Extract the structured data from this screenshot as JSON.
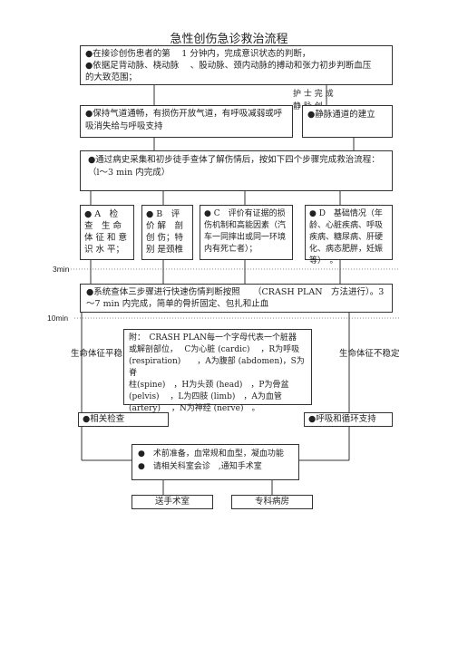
{
  "title": "急性创伤急诊救治流程",
  "box1": {
    "line1": "●在接诊创伤患者的第　 1 分钟内，完成意识状态的判断，",
    "line2": "●依据足背动脉、桡动脉　 、股动脉、颈内动脉的搏动和张力初步判断血压",
    "line3": "的大致范围；"
  },
  "nurse_note": "护 士 完 成\n静 脉 创",
  "box_airway": "●保持气道通畅，有损伤开放气道，有呼吸减弱或呼吸消失给与呼吸支持",
  "box_iv": "●静脉通道的建立",
  "box_history": "●通过病史采集和初步徒手查体了解伤情后，按如下四个步骤完成救治流程：（l～3 min 内完成）",
  "step_a": "● A　检　查　生 命 体 征 和 意 识 水 平；",
  "step_b": "● B　评 价 解　剖　创 伤；特 别 是颈椎",
  "step_c": "● C　评价有证据的损伤机制和高能因素（汽车一同摔出或同一环境内有死亡者）；",
  "step_d": "● D　基础情况（年龄、心脏疾病、呼吸疾病、糖尿病、肝硬化、病态肥胖，妊娠等）　。",
  "time_3": "3min",
  "time_10": "10min",
  "box_crash": "●系统查体三步骤进行快速伤情判断按照　　（CRASH PLAN　方法进行）。3～7 min 内完成，简单的骨折固定、包扎和止血",
  "stable_label": "生命体征平稳",
  "unstable_label": "生命体征不稳定",
  "crash_note": {
    "line1": "附：　CRASH PLAN每一个字母代表一个脏器",
    "line2": "或解剖部位，　 C为心脏 (cardic)　 ，R为呼吸",
    "line3": "(respiration)　　，A为腹部 (abdomen)，S为脊",
    "line4": "柱(spine)　，H为头颈 (head)　，P为骨盆",
    "line5": "(pelvis)　 ，L为四肢 (limb)　，A为血管",
    "line6": "(artery)　 ，N为神经 (nerve)　。"
  },
  "box_exam": "●相关检查",
  "box_support": "●呼吸和循环支持",
  "prep": {
    "line1": "●　术前准备，血常规和血型，凝血功能",
    "line2": "●　请相关科室会诊　,通知手术室"
  },
  "box_or": "送手术室",
  "box_ward": "专科病房"
}
